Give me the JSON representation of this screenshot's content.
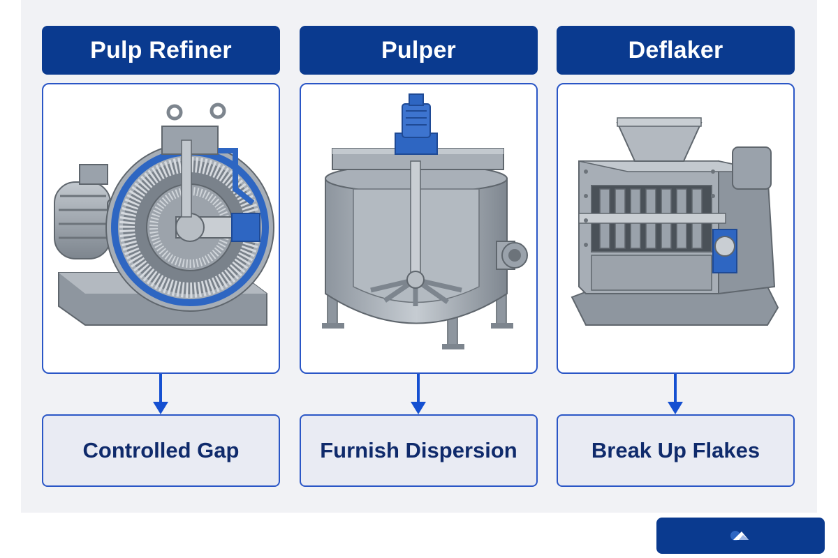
{
  "colors": {
    "header_bg": "#0a3a8f",
    "border": "#2a56c6",
    "label_bg": "#e9ebf3",
    "label_text": "#0f2a6b",
    "panel_bg": "#f1f2f5",
    "steel": "#9aa2ab",
    "accent_blue": "#2e66c2"
  },
  "columns": [
    {
      "title": "Pulp Refiner",
      "icon": "pulp-refiner-illustration",
      "label": "Controlled Gap"
    },
    {
      "title": "Pulper",
      "icon": "pulper-illustration",
      "label": "Furnish Dispersion"
    },
    {
      "title": "Deflaker",
      "icon": "deflaker-illustration",
      "label": "Break Up Flakes"
    }
  ],
  "badge": {
    "icon": "logo-icon"
  }
}
